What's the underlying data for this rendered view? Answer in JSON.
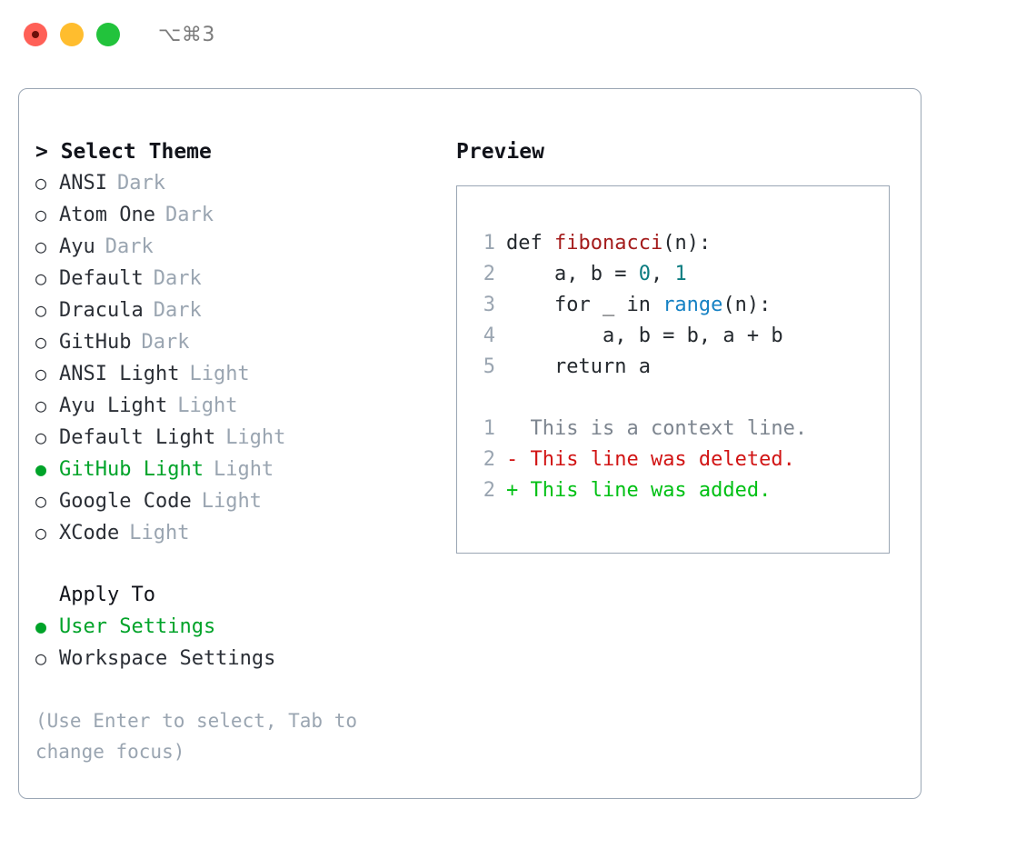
{
  "titlebar": {
    "shortcut": "⌥⌘3",
    "lights": [
      "close",
      "minimize",
      "maximize"
    ]
  },
  "theme_list": {
    "title": "> Select Theme",
    "items": [
      {
        "bullet": "○",
        "name": "ANSI",
        "tag": "Dark",
        "selected": false
      },
      {
        "bullet": "○",
        "name": "Atom One",
        "tag": "Dark",
        "selected": false
      },
      {
        "bullet": "○",
        "name": "Ayu",
        "tag": "Dark",
        "selected": false
      },
      {
        "bullet": "○",
        "name": "Default",
        "tag": "Dark",
        "selected": false
      },
      {
        "bullet": "○",
        "name": "Dracula",
        "tag": "Dark",
        "selected": false
      },
      {
        "bullet": "○",
        "name": "GitHub",
        "tag": "Dark",
        "selected": false
      },
      {
        "bullet": "○",
        "name": "ANSI Light",
        "tag": "Light",
        "selected": false
      },
      {
        "bullet": "○",
        "name": "Ayu Light",
        "tag": "Light",
        "selected": false
      },
      {
        "bullet": "○",
        "name": "Default Light",
        "tag": "Light",
        "selected": false
      },
      {
        "bullet": "●",
        "name": "GitHub Light",
        "tag": "Light",
        "selected": true
      },
      {
        "bullet": "○",
        "name": "Google Code",
        "tag": "Light",
        "selected": false
      },
      {
        "bullet": "○",
        "name": "XCode",
        "tag": "Light",
        "selected": false
      }
    ]
  },
  "apply_to": {
    "title": "Apply To",
    "items": [
      {
        "bullet": "●",
        "name": "User Settings",
        "selected": true
      },
      {
        "bullet": "○",
        "name": "Workspace Settings",
        "selected": false
      }
    ]
  },
  "hint": "(Use Enter to select, Tab to change focus)",
  "preview": {
    "title": "Preview",
    "code_lines": [
      {
        "ln": "1",
        "parts": [
          {
            "t": "def ",
            "c": "code-text"
          },
          {
            "t": "fibonacci",
            "c": "tok-fn"
          },
          {
            "t": "(n):",
            "c": "code-text"
          }
        ]
      },
      {
        "ln": "2",
        "parts": [
          {
            "t": "    a, b = ",
            "c": "code-text"
          },
          {
            "t": "0",
            "c": "tok-num"
          },
          {
            "t": ", ",
            "c": "code-text"
          },
          {
            "t": "1",
            "c": "tok-num"
          }
        ]
      },
      {
        "ln": "3",
        "parts": [
          {
            "t": "    for _ in ",
            "c": "code-text"
          },
          {
            "t": "range",
            "c": "tok-builtin"
          },
          {
            "t": "(n):",
            "c": "code-text"
          }
        ]
      },
      {
        "ln": "4",
        "parts": [
          {
            "t": "        a, b = b, a + b",
            "c": "code-text"
          }
        ]
      },
      {
        "ln": "5",
        "parts": [
          {
            "t": "    return a",
            "c": "code-text"
          }
        ]
      }
    ],
    "diff_lines": [
      {
        "ln": "1",
        "marker": " ",
        "text": " This is a context line.",
        "cls": "diff-ctx"
      },
      {
        "ln": "2",
        "marker": "-",
        "text": " This line was deleted.",
        "cls": "diff-del"
      },
      {
        "ln": "2",
        "marker": "+",
        "text": " This line was added.",
        "cls": "diff-add"
      }
    ]
  },
  "colors": {
    "accent_green": "#00a329",
    "diff_add": "#00c014",
    "diff_del": "#d11414",
    "muted": "#9aa5b1",
    "border": "#9aa6b4",
    "fn_red": "#a41c1c",
    "num_teal": "#0b7c80",
    "builtin_blue": "#1581c4"
  }
}
